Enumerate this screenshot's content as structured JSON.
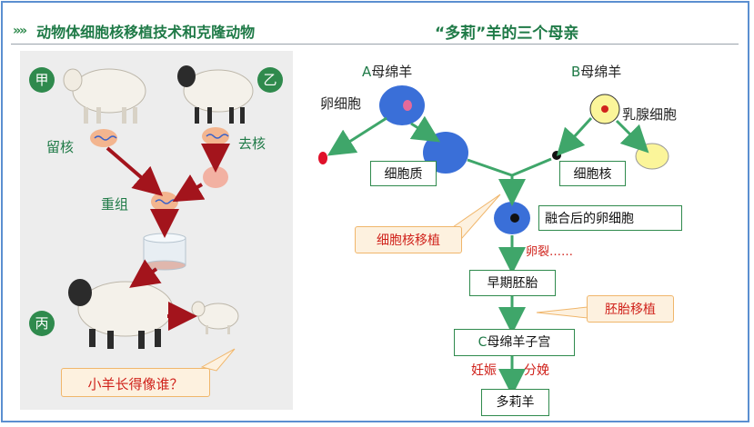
{
  "header": {
    "chevrons": "»»",
    "left_title": "动物体细胞核移植技术和克隆动物",
    "right_title": "“多莉”羊的三个母亲"
  },
  "left": {
    "jia": "甲",
    "yi": "乙",
    "bing": "丙",
    "keep_nucleus": "留核",
    "remove_nucleus": "去核",
    "recombine": "重组",
    "question": "小羊长得像谁？"
  },
  "right": {
    "A_letter": "A",
    "A_label": "母绵羊",
    "B_letter": "B",
    "B_label": "母绵羊",
    "egg_cell": "卵细胞",
    "mammary_cell": "乳腺细胞",
    "cytoplasm": "细胞质",
    "nucleus": "细胞核",
    "fused_egg": "融合后的卵细胞",
    "nuclear_transfer": "细胞核移植",
    "cleavage": "卵裂……",
    "early_embryo": "早期胚胎",
    "embryo_transfer": "胚胎移植",
    "C_letter": "C",
    "C_label": "母绵羊子宫",
    "pregnancy": "妊娠",
    "delivery": "分娩",
    "dolly": "多莉羊"
  },
  "colors": {
    "green": "#1f7a47",
    "arrow_green": "#3fa66a",
    "blue_cell": "#3a6fd8",
    "red_text": "#d0231c",
    "note_fill": "#fdf1df",
    "yellow_cell": "#fbf59a",
    "dark_red_arrow": "#a3141c"
  }
}
